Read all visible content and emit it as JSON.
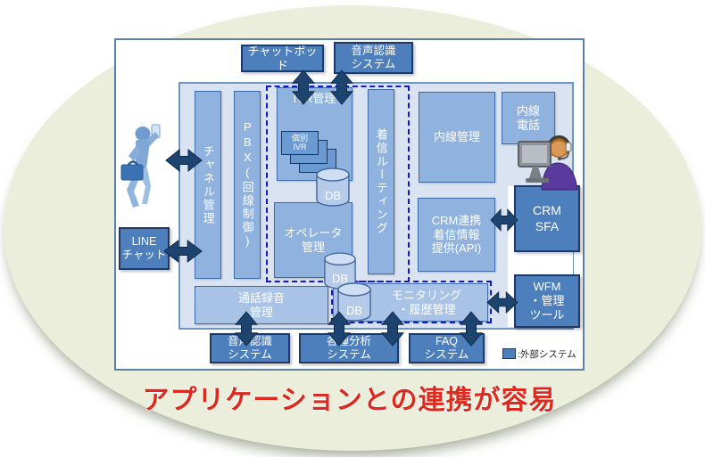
{
  "headline": {
    "text": "アプリケーションとの連携が容易"
  },
  "legend": {
    "label": ":外部システム"
  },
  "external": {
    "chatbot": "チャットボッド",
    "voice_recognition_top": "音声認識\nシステム",
    "line_chat": "LINE\nチャット",
    "crm_sfa": "CRM\nSFA",
    "wfm_tool": "WFM\n・管理\nツール",
    "voice_recognition_bottom": "音声認識\nシステム",
    "analysis": "各種分析\nシステム",
    "faq": "FAQ\nシステム"
  },
  "core": {
    "channel_mgmt": "チャネル管理",
    "pbx": "PBX(回線制御)",
    "ivr_mgmt": "IVR管理",
    "individual_ivr": "個別\nIVR",
    "incoming_routing": "着信ルーティング",
    "operator_mgmt": "オペレータ管理",
    "extension_mgmt": "内線管理",
    "extension_phone": "内線\n電話",
    "crm_api": "CRM連携\n着信情報\n提供(API)",
    "call_recording": "通話録音\n管理",
    "monitoring": "モニタリング\n・履歴管理",
    "db_label": "DB"
  },
  "icons": {
    "customer": "customer-with-phone-icon",
    "agent": "operator-headset-icon",
    "database": "db-cylinder-icon"
  },
  "colors": {
    "external_box": "#4d7fbd",
    "external_border": "#1f3864",
    "inner_box": "#8fb2de",
    "inner_box_light": "#a9c3e6",
    "container": "#d9e3f1",
    "dashed_border": "#1515d0",
    "arrow": "#1c446e",
    "ellipse_bg": "#ebeeda",
    "frame_border": "#5b80ad",
    "headline_red": "#dc2b1e"
  }
}
